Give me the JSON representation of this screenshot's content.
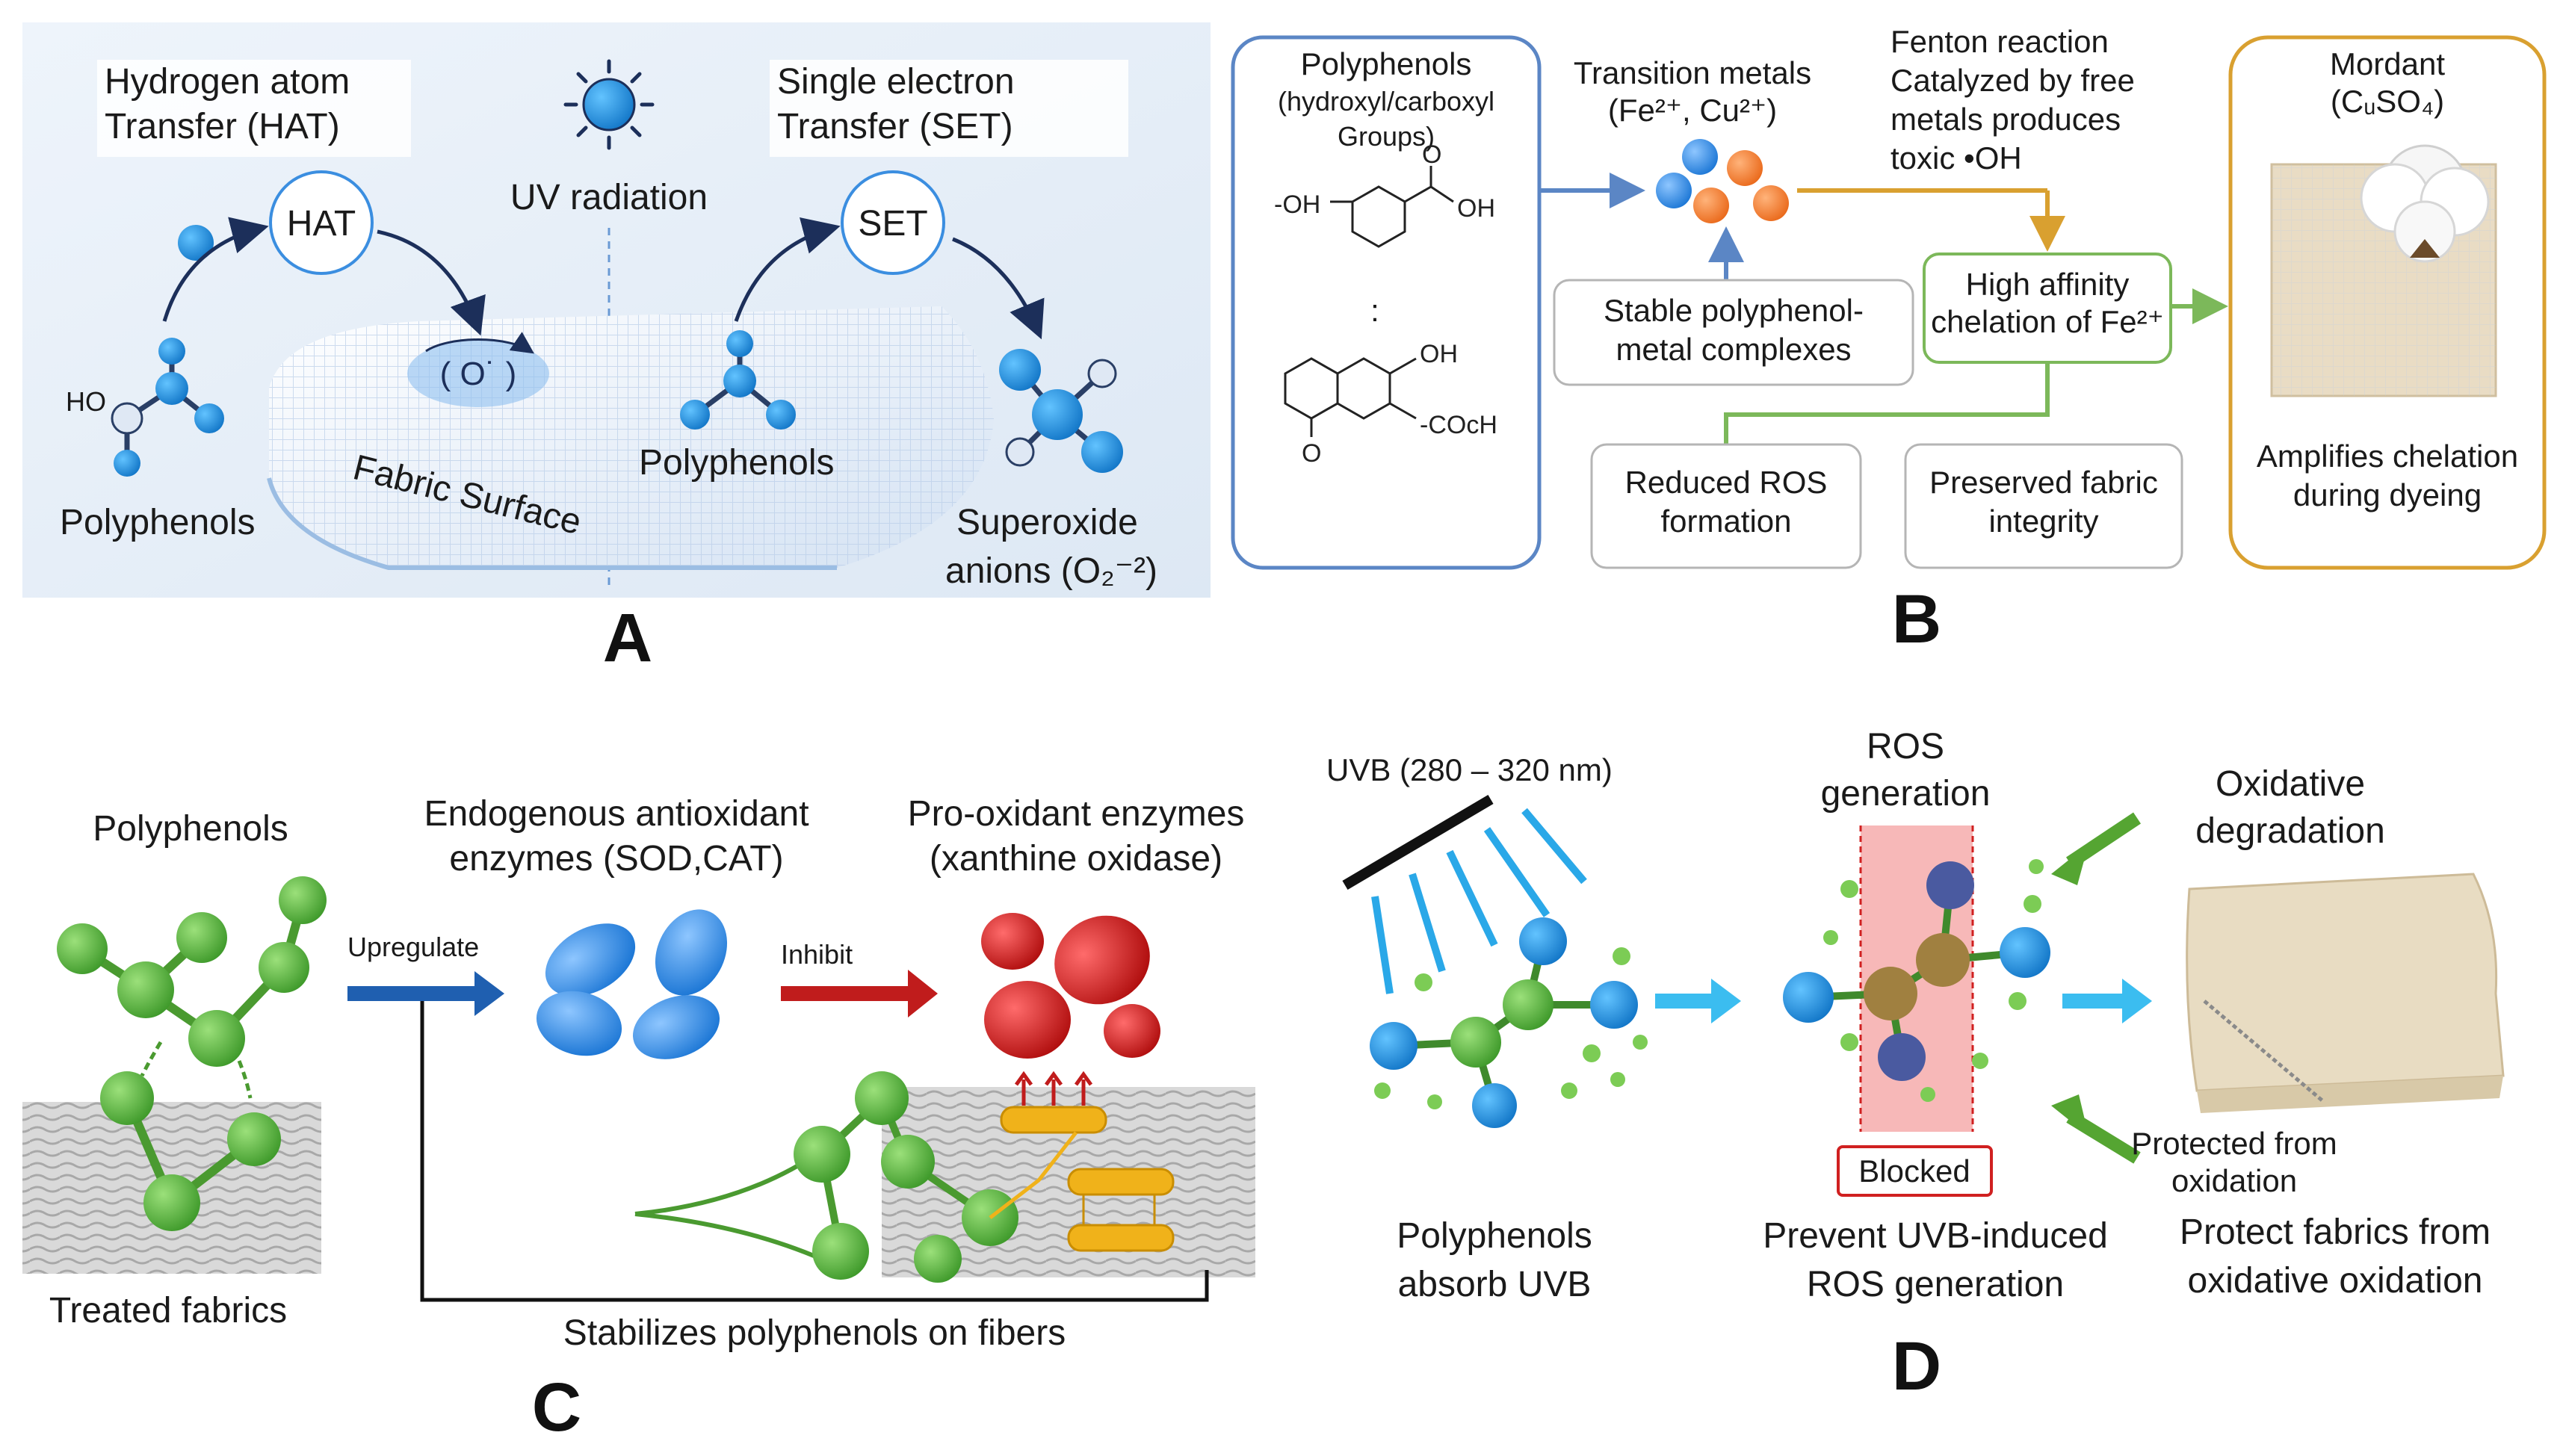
{
  "panels": {
    "A": {
      "letter": "A",
      "hat_title_1": "Hydrogen atom",
      "hat_title_2": "Transfer (HAT)",
      "set_title_1": "Single electron",
      "set_title_2": "Transfer (SET)",
      "uv_label": "UV radiation",
      "hat_circle": "HAT",
      "set_circle": "SET",
      "fabric_label": "Fabric Surface",
      "ho_label": "HO",
      "polyphenols_left": "Polyphenols",
      "polyphenols_center": "Polyphenols",
      "superoxide_1": "Superoxide",
      "superoxide_2": "anions (O₂⁻²)"
    },
    "B": {
      "letter": "B",
      "poly_title_1": "Polyphenols",
      "poly_title_2": "(hydroxyl/carboxyl",
      "poly_title_3": "Groups)",
      "chem_oh1": "-OH",
      "chem_o": "O",
      "chem_oh2": "OH",
      "chem_sep": ":",
      "chem_oh3": "OH",
      "chem_cooh": "-COcH",
      "chem_o2": "O",
      "metals_1": "Transition metals",
      "metals_2": "(Fe²⁺, Cu²⁺)",
      "fenton_1": "Fenton reaction",
      "fenton_2": "Catalyzed by free",
      "fenton_3": "metals produces",
      "fenton_4": "toxic •OH",
      "stable_1": "Stable polyphenol-",
      "stable_2": "metal complexes",
      "affinity_1": "High affinity",
      "affinity_2": "chelation of Fe²⁺",
      "ros_1": "Reduced ROS",
      "ros_2": "formation",
      "preserved_1": "Preserved fabric",
      "preserved_2": "integrity",
      "mordant_1": "Mordant",
      "mordant_2": "(CᵤSO₄)",
      "amplifies_1": "Amplifies chelation",
      "amplifies_2": "during dyeing"
    },
    "C": {
      "letter": "C",
      "polyphenols": "Polyphenols",
      "treated": "Treated fabrics",
      "upregulate": "Upregulate",
      "endo_1": "Endogenous antioxidant",
      "endo_2": "enzymes (SOD,CAT)",
      "inhibit": "Inhibit",
      "pro_1": "Pro-oxidant  enzymes",
      "pro_2": "(xanthine oxidase)",
      "stabilizes": "Stabilizes polyphenols on fibers"
    },
    "D": {
      "letter": "D",
      "uvb": "UVB (280 – 320 nm)",
      "ros_1": "ROS",
      "ros_2": "generation",
      "oxdeg_1": "Oxidative",
      "oxdeg_2": "degradation",
      "blocked": "Blocked",
      "absorb_1": "Polyphenols",
      "absorb_2": "absorb UVB",
      "prevent_1": "Prevent UVB-induced",
      "prevent_2": "ROS generation",
      "protected_1": "Protected from",
      "protected_2": "oxidation",
      "protect_1": "Protect fabrics from",
      "protect_2": "oxidative oxidation"
    }
  },
  "colors": {
    "blue_box": "#5b86c5",
    "green_box": "#7cb85a",
    "orange_box": "#d9a030",
    "blue_arrow": "#1f5fb0",
    "red_arrow": "#c01c1c",
    "green_arrow": "#55a532",
    "ros_band": "#f4a0a0"
  }
}
